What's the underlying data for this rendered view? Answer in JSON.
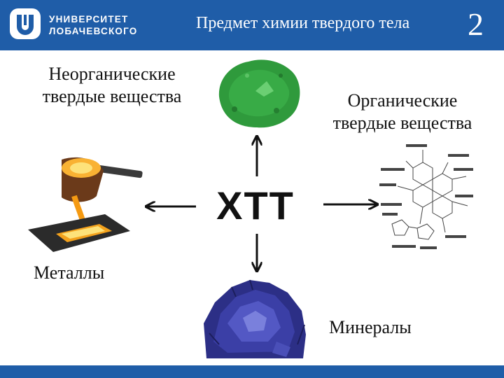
{
  "header": {
    "university_line1": "УНИВЕРСИТЕТ",
    "university_line2": "ЛОБАЧЕВСКОГО",
    "title": "Предмет химии твердого тела",
    "slide_number": "2"
  },
  "diagram": {
    "center": "ХТТ",
    "inorganic_line1": "Неорганические",
    "inorganic_line2": "твердые вещества",
    "organic_line1": "Органические",
    "organic_line2": "твердые вещества",
    "metals": "Металлы",
    "minerals": "Минералы"
  },
  "colors": {
    "header_blue": "#1f5da8",
    "powder_green": "#2f9a3c",
    "mineral_blue": "#3b3fa6",
    "molten_orange": "#f4a21c"
  }
}
